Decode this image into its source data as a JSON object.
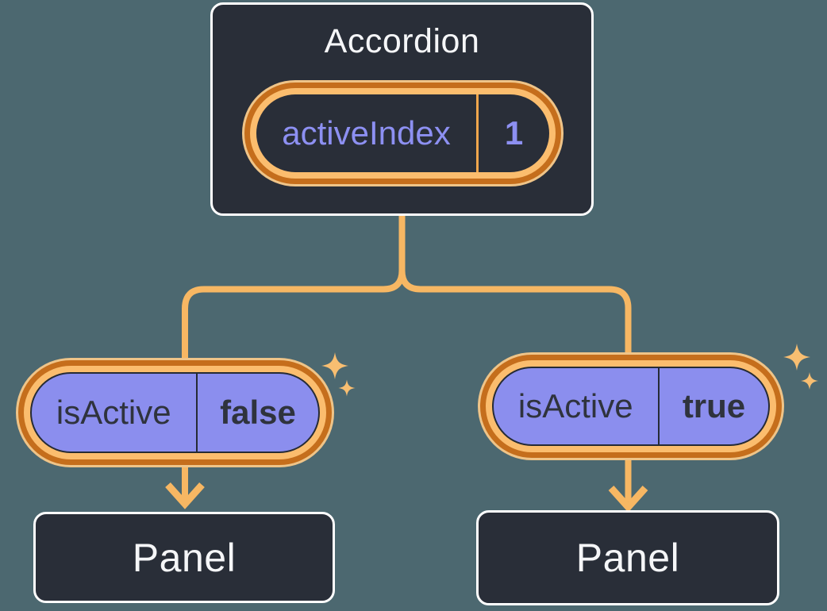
{
  "diagram": {
    "accordion": {
      "title": "Accordion",
      "state_pill": {
        "label": "activeIndex",
        "value": "1"
      }
    },
    "branches": [
      {
        "state_pill": {
          "label": "isActive",
          "value": "false"
        },
        "panel_label": "Panel"
      },
      {
        "state_pill": {
          "label": "isActive",
          "value": "true"
        },
        "panel_label": "Panel"
      }
    ],
    "colors": {
      "background": "#4C6870",
      "node_bg": "#292E38",
      "node_border": "#FFFFFF",
      "pill_fill": "#8B8EEE",
      "ring_dark": "#C56E1C",
      "ring_light": "#FBBD6E",
      "halo": "#EFC488",
      "connector": "#F7B763",
      "sparkle": "#F8BE71",
      "divider_navy": "#262B35",
      "divider_orange": "#EFA64C",
      "text_purple": "#8D90F2",
      "text_dark": "#2F333D",
      "text_white": "#F5F6F8"
    }
  }
}
